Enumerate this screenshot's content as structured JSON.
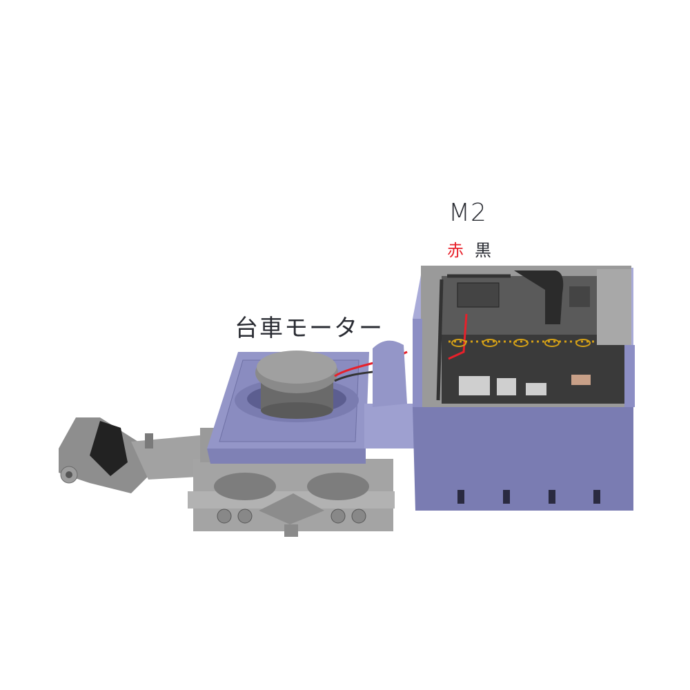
{
  "labels": {
    "controller": "M2",
    "wire_red": "赤",
    "wire_black": "黒",
    "bogie_motor": "台車モーター"
  },
  "colors": {
    "housing": "#8a8cc0",
    "housing_dark": "#6e70a4",
    "bogie": "#9a9a9a",
    "board": "#3a3a3a",
    "wire_red": "#e8202a",
    "wire_black": "#333333",
    "pins": "#d4a017"
  }
}
